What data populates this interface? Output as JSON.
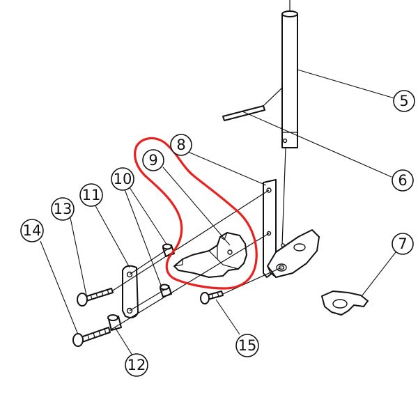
{
  "diagram": {
    "callouts": {
      "c5": "5",
      "c6": "6",
      "c7": "7",
      "c8": "8",
      "c9": "9",
      "c10": "10",
      "c11": "11",
      "c12": "12",
      "c13": "13",
      "c14": "14",
      "c15": "15"
    },
    "highlight_color": "#e8201e",
    "line_color": "#111111"
  }
}
